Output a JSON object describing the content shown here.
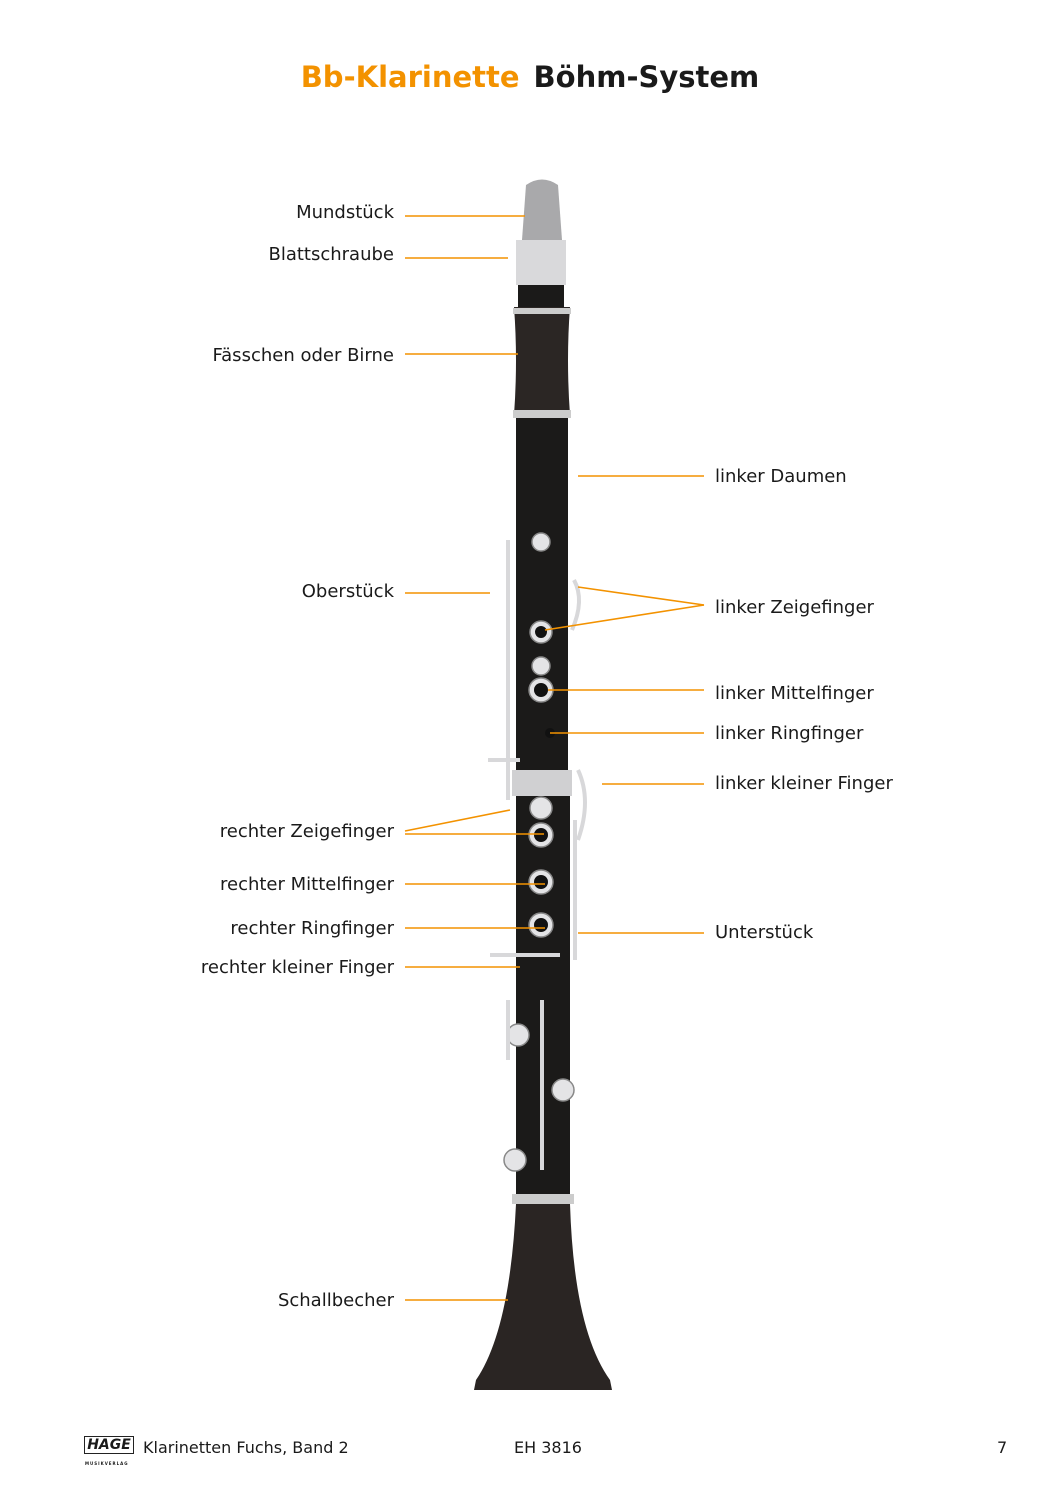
{
  "title": {
    "part1": "Bb-Klarinette",
    "part2": "Böhm-System"
  },
  "colors": {
    "accent": "#f39200",
    "body": "#1b1a19",
    "metal": "#c9cacc"
  },
  "labels_left": {
    "mundstueck": "Mundstück",
    "blattschraube": "Blattschraube",
    "faesschen": "Fässchen oder Birne",
    "oberstueck": "Oberstück",
    "rechter_zeigefinger": "rechter Zeigefinger",
    "rechter_mittelfinger": "rechter Mittelfinger",
    "rechter_ringfinger": "rechter Ringfinger",
    "rechter_kleiner_finger": "rechter kleiner Finger",
    "schallbecher": "Schallbecher"
  },
  "labels_right": {
    "linker_daumen": "linker Daumen",
    "linker_zeigefinger": "linker Zeigefinger",
    "linker_mittelfinger": "linker Mittelfinger",
    "linker_ringfinger": "linker Ringfinger",
    "linker_kleiner_finger": "linker kleiner Finger",
    "unterstueck": "Unterstück"
  },
  "footer": {
    "logo": "HAGE",
    "logo_sub": "MUSIKVERLAG",
    "book": "Klarinetten Fuchs, Band 2",
    "code": "EH 3816",
    "page": "7"
  }
}
